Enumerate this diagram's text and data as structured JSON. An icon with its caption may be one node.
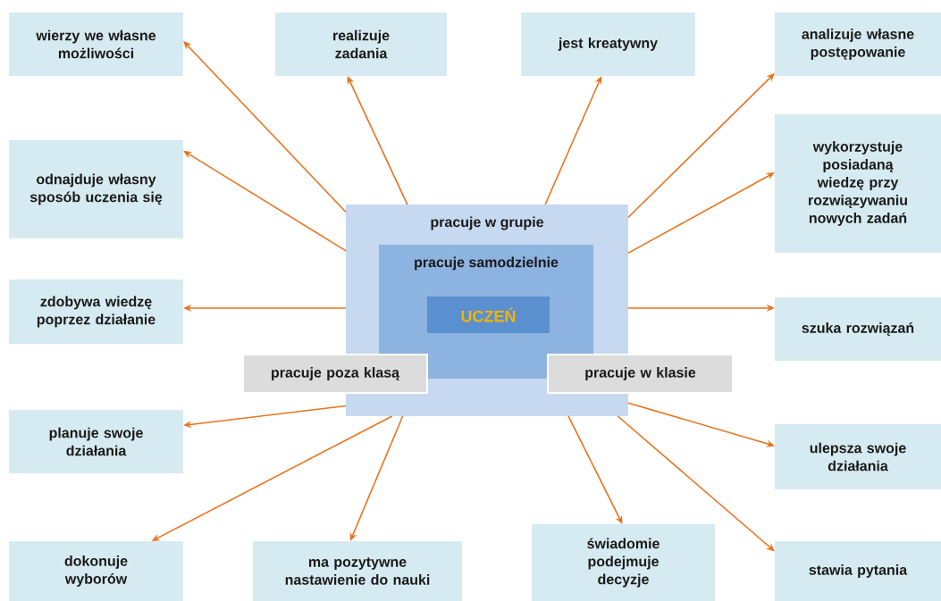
{
  "diagram": {
    "nodes": [
      {
        "text": [
          "pracuje w grupie"
        ]
      },
      {
        "text": [
          "pracuje samodzielnie"
        ],
        "in": 0
      },
      {
        "text": [
          "UCZEŃ"
        ],
        "in": 1
      },
      {
        "text": [
          "pracuje poza klasą"
        ]
      },
      {
        "text": [
          "pracuje w klasie"
        ]
      },
      {
        "text": [
          "wierzy we własne możliwości"
        ]
      },
      {
        "text": [
          "realizuje zadania"
        ]
      },
      {
        "text": [
          "jest kreatywny"
        ]
      },
      {
        "text": [
          "analizuje własne postępowanie"
        ]
      },
      {
        "text": [
          "odnajduje własny sposób uczenia się"
        ]
      },
      {
        "text": [
          "wykorzystuje posiadaną wiedzę przy rozwiązywaniu nowych zadań"
        ]
      },
      {
        "text": [
          "zdobywa wiedzę poprzez działanie"
        ]
      },
      {
        "text": [
          "szuka rozwiązań"
        ]
      },
      {
        "text": [
          "planuje swoje działania"
        ]
      },
      {
        "text": [
          "ulepsza swoje działania"
        ]
      },
      {
        "text": [
          "dokonuje wyborów"
        ]
      },
      {
        "text": [
          "ma pozytywne nastawienie do nauki"
        ]
      },
      {
        "text": [
          "świadomie podejmuje decyzje"
        ]
      },
      {
        "text": [
          "stawia pytania"
        ]
      }
    ],
    "edges": [
      {
        "from": 0,
        "to": 5,
        "arrow": "to"
      },
      {
        "from": 0,
        "to": 6,
        "arrow": "to"
      },
      {
        "from": 0,
        "to": 7,
        "arrow": "to"
      },
      {
        "from": 0,
        "to": 8,
        "arrow": "to"
      },
      {
        "from": 0,
        "to": 9,
        "arrow": "to"
      },
      {
        "from": 0,
        "to": 10,
        "arrow": "to"
      },
      {
        "from": 0,
        "to": 11,
        "arrow": "to"
      },
      {
        "from": 0,
        "to": 12,
        "arrow": "to"
      },
      {
        "from": 0,
        "to": 13,
        "arrow": "to"
      },
      {
        "from": 0,
        "to": 14,
        "arrow": "to"
      },
      {
        "from": 0,
        "to": 15,
        "arrow": "to"
      },
      {
        "from": 0,
        "to": 16,
        "arrow": "to"
      },
      {
        "from": 0,
        "to": 17,
        "arrow": "to"
      },
      {
        "from": 0,
        "to": 18,
        "arrow": "to"
      }
    ]
  }
}
